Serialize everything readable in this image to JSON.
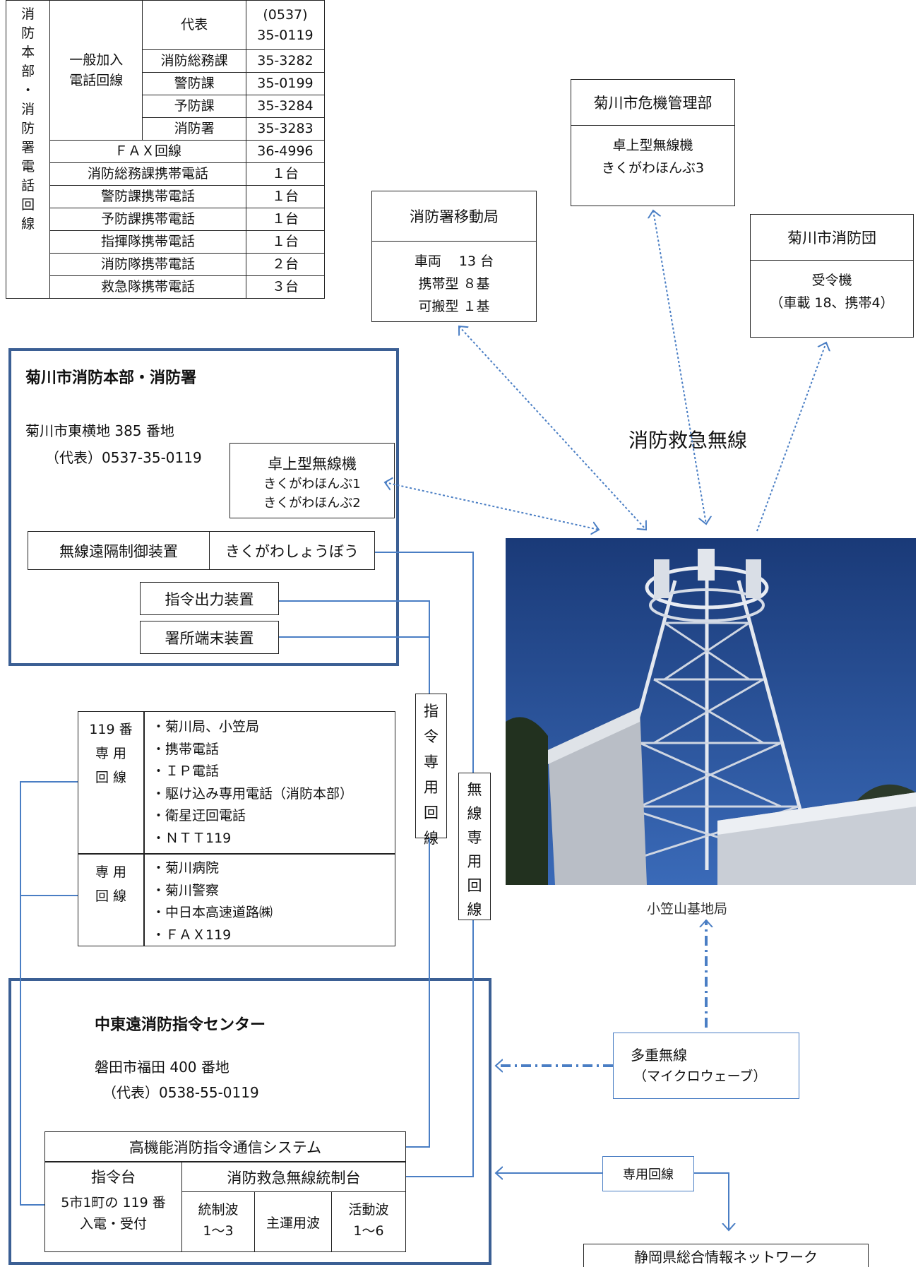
{
  "phone_table": {
    "side_label": "消防本部・消防署電話回線",
    "group_label": "一般加入電話回線",
    "rows": [
      {
        "name": "代表",
        "value": "(0537)35-0119"
      },
      {
        "name": "消防総務課",
        "value": "35-3282"
      },
      {
        "name": "警防課",
        "value": "35-0199"
      },
      {
        "name": "予防課",
        "value": "35-3284"
      },
      {
        "name": "消防署",
        "value": "35-3283"
      }
    ],
    "fax": {
      "name": "ＦＡＸ回線",
      "value": "36-4996"
    },
    "mobiles": [
      {
        "name": "消防総務課携帯電話",
        "value": "１台"
      },
      {
        "name": "警防課携帯電話",
        "value": "１台"
      },
      {
        "name": "予防課携帯電話",
        "value": "１台"
      },
      {
        "name": "指揮隊携帯電話",
        "value": "１台"
      },
      {
        "name": "消防隊携帯電話",
        "value": "２台"
      },
      {
        "name": "救急隊携帯電話",
        "value": "３台"
      }
    ]
  },
  "mobile_station": {
    "title": "消防署移動局",
    "lines": [
      "車両　 13 台",
      "携帯型 ８基",
      "可搬型 １基"
    ]
  },
  "crisis_dept": {
    "title": "菊川市危機管理部",
    "lines": [
      "卓上型無線機",
      "きくがわほんぶ3"
    ]
  },
  "fire_corps": {
    "title": "菊川市消防団",
    "lines": [
      "受令機",
      "（車載 18、携帯4）"
    ]
  },
  "hq": {
    "title": "菊川市消防本部・消防署",
    "address": "菊川市東横地 385 番地",
    "phone": "（代表）0537-35-0119",
    "radio": {
      "title": "卓上型無線機",
      "lines": [
        "きくがわほんぶ1",
        "きくがわほんぶ2"
      ]
    },
    "remote_label": "無線遠隔制御装置",
    "remote_call": "きくがわしょうぼう",
    "output_device": "指令出力装置",
    "terminal_device": "署所端末装置"
  },
  "radio_label": "消防救急無線",
  "tower_caption": "小笠山基地局",
  "line_cmd": "指令専用回線",
  "line_radio": "無線専用回線",
  "lines_table": {
    "sec1_label": [
      "119 番",
      "専 用",
      "回 線"
    ],
    "sec1_items": [
      "・菊川局、小笠局",
      "・携帯電話",
      "・ＩＰ電話",
      "・駆け込み専用電話（消防本部）",
      "・衛星迂回電話",
      "・ＮＴＴ119"
    ],
    "sec2_label": [
      "専 用",
      "回 線"
    ],
    "sec2_items": [
      "・菊川病院",
      "・菊川警察",
      "・中日本高速道路㈱",
      "・ＦＡＸ119"
    ]
  },
  "center": {
    "title": "中東遠消防指令センター",
    "address": "磐田市福田 400 番地",
    "phone": "（代表）0538-55-0119",
    "system": "高機能消防指令通信システム",
    "console": {
      "title": "指令台",
      "lines": [
        "5市1町の 119 番",
        "入電・受付"
      ]
    },
    "radio_console": "消防救急無線統制台",
    "waves": [
      {
        "label": "統制波",
        "range": "1～3"
      },
      {
        "label": "主運用波",
        "range": ""
      },
      {
        "label": "活動波",
        "range": "1～6"
      }
    ]
  },
  "microwave": {
    "title": "多重無線",
    "sub": "（マイクロウェーブ）"
  },
  "dedicated_line": "専用回線",
  "prefecture_net": "静岡県総合情報ネットワーク",
  "colors": {
    "frame": "#3b5f94",
    "line": "#4a7ec4",
    "arrow": "#4a7ec4"
  }
}
